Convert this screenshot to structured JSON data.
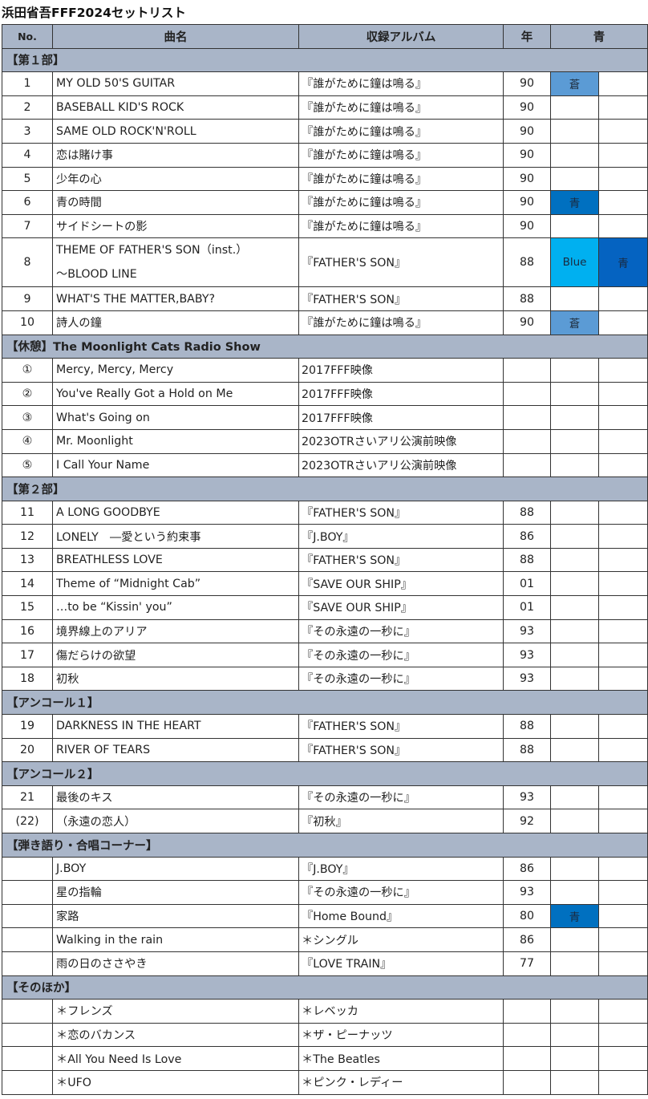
{
  "title": "浜田省吾FFF2024セットリスト",
  "headers": {
    "no": "No.",
    "song": "曲名",
    "album": "収録アルバム",
    "year": "年",
    "ao": "青"
  },
  "sections": [
    {
      "label": "【第１部】",
      "rows": [
        {
          "no": "1",
          "song": "MY OLD 50'S GUITAR",
          "album": "『誰がために鐘は鳴る』",
          "year": "90",
          "ao1": "蒼",
          "ao2": ""
        },
        {
          "no": "2",
          "song": "BASEBALL KID'S ROCK",
          "album": "『誰がために鐘は鳴る』",
          "year": "90",
          "ao1": "",
          "ao2": ""
        },
        {
          "no": "3",
          "song": "SAME OLD ROCK'N'ROLL",
          "album": "『誰がために鐘は鳴る』",
          "year": "90",
          "ao1": "",
          "ao2": ""
        },
        {
          "no": "4",
          "song": "恋は賭け事",
          "album": "『誰がために鐘は鳴る』",
          "year": "90",
          "ao1": "",
          "ao2": ""
        },
        {
          "no": "5",
          "song": "少年の心",
          "album": "『誰がために鐘は鳴る』",
          "year": "90",
          "ao1": "",
          "ao2": ""
        },
        {
          "no": "6",
          "song": "青の時間",
          "album": "『誰がために鐘は鳴る』",
          "year": "90",
          "ao1": "青",
          "ao2": ""
        },
        {
          "no": "7",
          "song": "サイドシートの影",
          "album": "『誰がために鐘は鳴る』",
          "year": "90",
          "ao1": "",
          "ao2": ""
        },
        {
          "no": "8",
          "song": "THEME OF FATHER'S SON（inst.）",
          "song2": "～BLOOD LINE",
          "album": "『FATHER'S SON』",
          "year": "88",
          "ao1": "Blue",
          "ao2": "青"
        },
        {
          "no": "9",
          "song": "WHAT'S THE MATTER,BABY?",
          "album": "『FATHER'S SON』",
          "year": "88",
          "ao1": "",
          "ao2": ""
        },
        {
          "no": "10",
          "song": "詩人の鐘",
          "album": "『誰がために鐘は鳴る』",
          "year": "90",
          "ao1": "蒼",
          "ao2": ""
        }
      ]
    },
    {
      "label": "【休憩】The Moonlight Cats Radio Show",
      "rows": [
        {
          "no": "①",
          "song": "Mercy, Mercy, Mercy",
          "album": "2017FFF映像",
          "year": "",
          "ao1": "",
          "ao2": ""
        },
        {
          "no": "②",
          "song": "You've Really Got a Hold on Me",
          "album": "2017FFF映像",
          "year": "",
          "ao1": "",
          "ao2": ""
        },
        {
          "no": "③",
          "song": "What's Going on",
          "album": "2017FFF映像",
          "year": "",
          "ao1": "",
          "ao2": ""
        },
        {
          "no": "④",
          "song": "Mr. Moonlight",
          "album": "2023OTRさいアリ公演前映像",
          "year": "",
          "ao1": "",
          "ao2": ""
        },
        {
          "no": "⑤",
          "song": "I Call Your Name",
          "album": "2023OTRさいアリ公演前映像",
          "year": "",
          "ao1": "",
          "ao2": ""
        }
      ]
    },
    {
      "label": "【第２部】",
      "rows": [
        {
          "no": "11",
          "song": "A LONG GOODBYE",
          "album": "『FATHER'S SON』",
          "year": "88",
          "ao1": "",
          "ao2": ""
        },
        {
          "no": "12",
          "song": "LONELY　―愛という約束事",
          "album": "『J.BOY』",
          "year": "86",
          "ao1": "",
          "ao2": ""
        },
        {
          "no": "13",
          "song": "BREATHLESS LOVE",
          "album": "『FATHER'S SON』",
          "year": "88",
          "ao1": "",
          "ao2": ""
        },
        {
          "no": "14",
          "song": "Theme of “Midnight Cab”",
          "album": "『SAVE OUR SHIP』",
          "year": "01",
          "ao1": "",
          "ao2": ""
        },
        {
          "no": "15",
          "song": "…to be “Kissin' you”",
          "album": "『SAVE OUR SHIP』",
          "year": "01",
          "ao1": "",
          "ao2": ""
        },
        {
          "no": "16",
          "song": "境界線上のアリア",
          "album": "『その永遠の一秒に』",
          "year": "93",
          "ao1": "",
          "ao2": ""
        },
        {
          "no": "17",
          "song": "傷だらけの欲望",
          "album": "『その永遠の一秒に』",
          "year": "93",
          "ao1": "",
          "ao2": ""
        },
        {
          "no": "18",
          "song": "初秋",
          "album": "『その永遠の一秒に』",
          "year": "93",
          "ao1": "",
          "ao2": ""
        }
      ]
    },
    {
      "label": "【アンコール１】",
      "rows": [
        {
          "no": "19",
          "song": "DARKNESS IN THE HEART",
          "album": "『FATHER'S SON』",
          "year": "88",
          "ao1": "",
          "ao2": ""
        },
        {
          "no": "20",
          "song": "RIVER OF TEARS",
          "album": "『FATHER'S SON』",
          "year": "88",
          "ao1": "",
          "ao2": ""
        }
      ]
    },
    {
      "label": "【アンコール２】",
      "rows": [
        {
          "no": "21",
          "song": "最後のキス",
          "album": "『その永遠の一秒に』",
          "year": "93",
          "ao1": "",
          "ao2": ""
        },
        {
          "no": "(22)",
          "song": "（永遠の恋人）",
          "album": "『初秋』",
          "year": "92",
          "ao1": "",
          "ao2": ""
        }
      ]
    },
    {
      "label": "【弾き語り・合唱コーナー】",
      "rows": [
        {
          "no": "",
          "song": "J.BOY",
          "album": "『J.BOY』",
          "year": "86",
          "ao1": "",
          "ao2": ""
        },
        {
          "no": "",
          "song": "星の指輪",
          "album": "『その永遠の一秒に』",
          "year": "93",
          "ao1": "",
          "ao2": ""
        },
        {
          "no": "",
          "song": "家路",
          "album": "『Home Bound』",
          "year": "80",
          "ao1": "青",
          "ao2": ""
        },
        {
          "no": "",
          "song": "Walking in the rain",
          "album": "＊シングル",
          "year": "86",
          "ao1": "",
          "ao2": ""
        },
        {
          "no": "",
          "song": "雨の日のささやき",
          "album": "『LOVE TRAIN』",
          "year": "77",
          "ao1": "",
          "ao2": ""
        }
      ]
    },
    {
      "label": "【そのほか】",
      "rows": [
        {
          "no": "",
          "song": "＊フレンズ",
          "album": "＊レベッカ",
          "year": "",
          "ao1": "",
          "ao2": ""
        },
        {
          "no": "",
          "song": "＊恋のバカンス",
          "album": "＊ザ・ピーナッツ",
          "year": "",
          "ao1": "",
          "ao2": ""
        },
        {
          "no": "",
          "song": "＊All You Need Is Love",
          "album": "＊The Beatles",
          "year": "",
          "ao1": "",
          "ao2": ""
        },
        {
          "no": "",
          "song": "＊UFO",
          "album": "＊ピンク・レディー",
          "year": "",
          "ao1": "",
          "ao2": ""
        }
      ]
    }
  ],
  "colors": {
    "header_bg": "#a9b5c8",
    "ao_light": "#5b9bd5",
    "ao_blue": "#0070c0",
    "ao_sky": "#00b0f0",
    "ao_deep": "#0563c1"
  }
}
